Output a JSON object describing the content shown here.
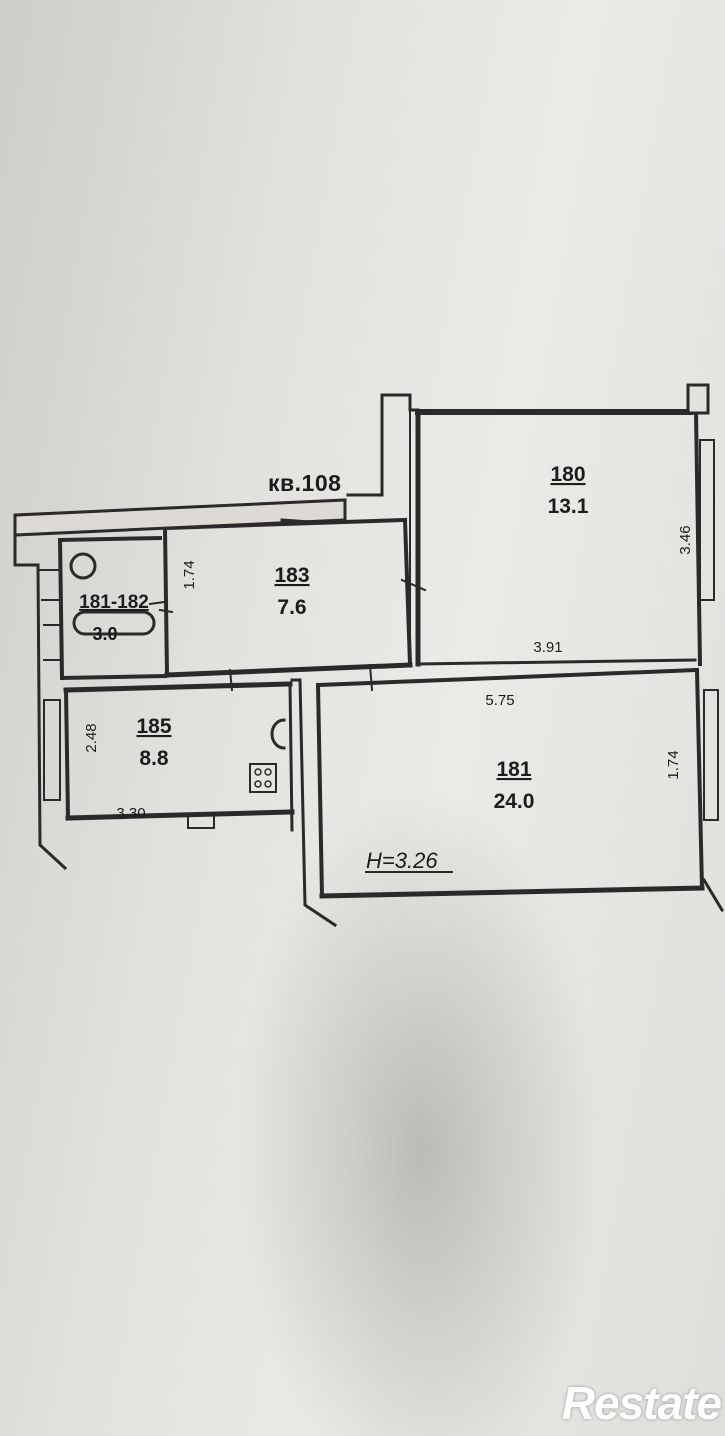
{
  "plan": {
    "apartment_label": "кв.108",
    "ceiling_height": "H=3.26",
    "rooms": [
      {
        "number": "180",
        "area": "13.1"
      },
      {
        "number": "183",
        "area": "7.6"
      },
      {
        "number": "181-182",
        "area": "3.0"
      },
      {
        "number": "185",
        "area": "8.8"
      },
      {
        "number": "181",
        "area": "24.0"
      }
    ],
    "dimensions": {
      "room180_height": "3.46",
      "room180_width": "3.91",
      "room183_height": "1.74",
      "room185_height": "2.48",
      "room185_width": "3.30",
      "room181_width": "5.75",
      "room181_height": "1.74"
    }
  },
  "watermark": {
    "brand": "Restate"
  }
}
